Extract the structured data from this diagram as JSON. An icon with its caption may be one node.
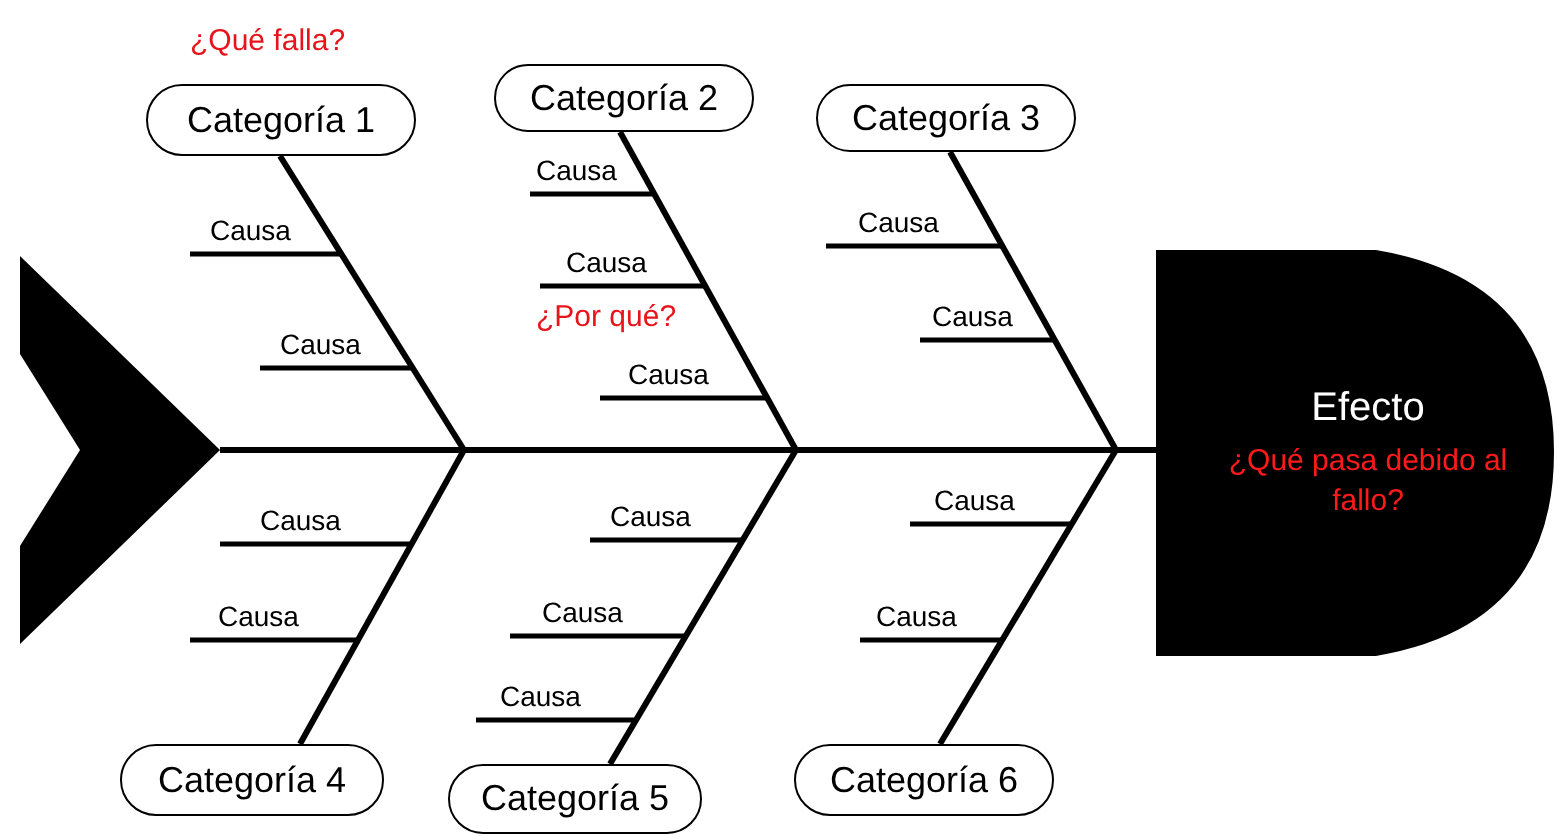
{
  "diagram": {
    "nodes": [
      {
        "text": [
          "Categoría 1"
        ],
        "beside": [
          "¿Qué falla?"
        ]
      },
      {
        "text": [
          "Categoría 2"
        ]
      },
      {
        "text": [
          "Categoría 3"
        ]
      },
      {
        "text": [
          "Categoría 4"
        ]
      },
      {
        "text": [
          "Categoría 5"
        ]
      },
      {
        "text": [
          "Categoría 6"
        ]
      },
      {
        "text": [
          "Efecto",
          "¿Qué pasa debido al fallo?"
        ]
      },
      {
        "text": [],
        "shape": "chevron"
      }
    ],
    "edges": [
      {
        "from": 0,
        "to": null,
        "arrow": "none"
      },
      {
        "from": 1,
        "to": null,
        "arrow": "none"
      },
      {
        "from": 2,
        "to": null,
        "arrow": "none"
      },
      {
        "from": 3,
        "to": null,
        "arrow": "none"
      },
      {
        "from": 4,
        "to": null,
        "arrow": "none"
      },
      {
        "from": 5,
        "to": null,
        "arrow": "none"
      },
      {
        "from": 7,
        "to": 6,
        "arrow": "none"
      }
    ],
    "labels": [
      "Causa",
      "Causa",
      "Causa",
      "Causa",
      "¿Por qué?",
      "Causa",
      "Causa",
      "Causa",
      "Causa",
      "Causa",
      "Causa",
      "Causa",
      "Causa",
      "Causa",
      "Causa"
    ]
  }
}
